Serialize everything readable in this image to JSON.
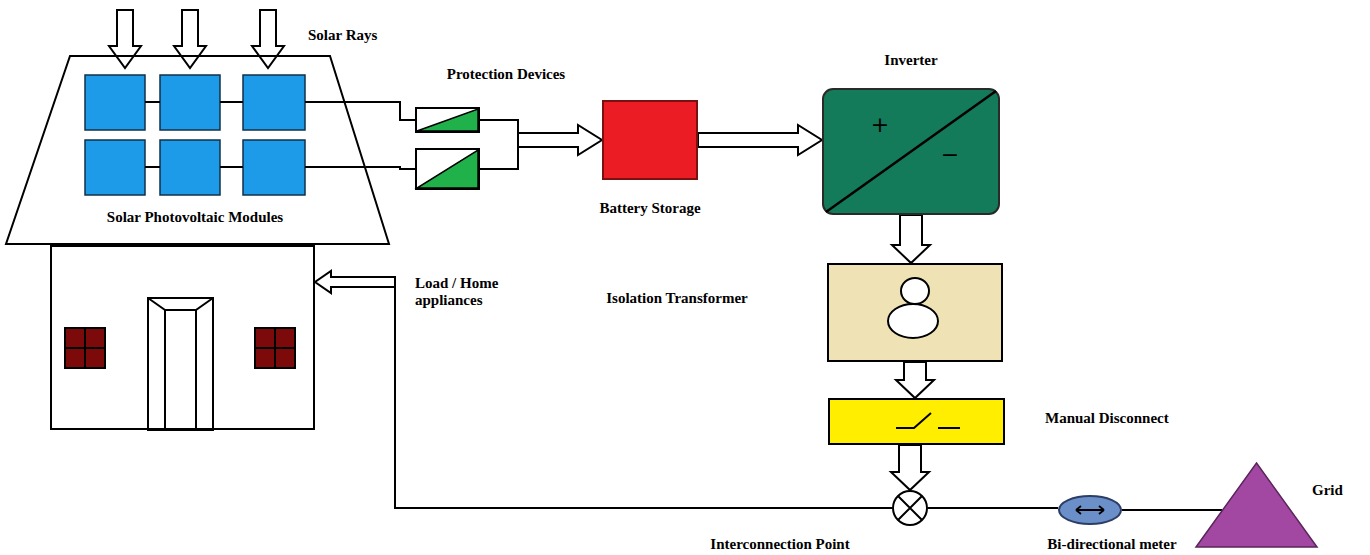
{
  "diagram": {
    "nodes": [
      {
        "text": [
          "Solar Photovoltaic Modules"
        ]
      },
      {
        "text": [
          "Protection Devices"
        ]
      },
      {
        "text": [
          "Battery Storage"
        ]
      },
      {
        "text": [
          "Inverter",
          "+",
          "−"
        ]
      },
      {
        "text": [
          "Isolation Transformer"
        ]
      },
      {
        "text": [
          "Manual Disconnect"
        ]
      },
      {
        "text": [
          "Load / Home appliances"
        ]
      },
      {
        "text": [
          "Interconnection Point"
        ]
      },
      {
        "text": [
          "Bi-directional meter"
        ]
      },
      {
        "text": [
          "Grid"
        ]
      }
    ],
    "edges": [
      {
        "from": 0,
        "to": 1,
        "arrow": "none"
      },
      {
        "from": 1,
        "to": 2,
        "arrow": "to"
      },
      {
        "from": 2,
        "to": 3,
        "arrow": "to"
      },
      {
        "from": 3,
        "to": 4,
        "arrow": "to"
      },
      {
        "from": 4,
        "to": 5,
        "arrow": "to"
      },
      {
        "from": 5,
        "to": 7,
        "arrow": "to"
      },
      {
        "from": 7,
        "to": 6,
        "arrow": "to"
      },
      {
        "from": 7,
        "to": 8,
        "arrow": "none"
      },
      {
        "from": 8,
        "to": 9,
        "arrow": "none"
      }
    ],
    "labels": [
      "Solar Rays"
    ]
  }
}
